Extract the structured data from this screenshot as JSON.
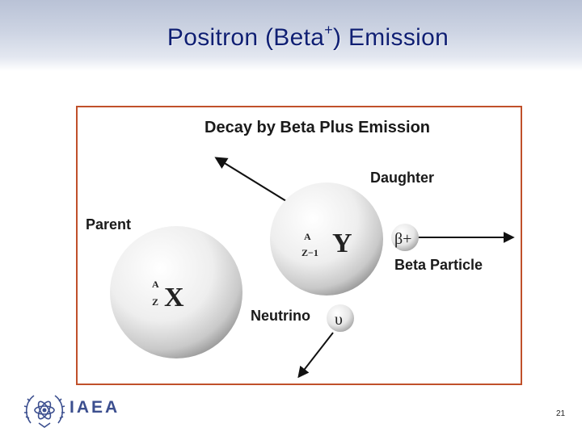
{
  "slide": {
    "title_main": "Positron (Beta",
    "title_sup": "+",
    "title_end": ") Emission",
    "page_number": "21"
  },
  "figure": {
    "title": "Decay by Beta Plus Emission",
    "labels": {
      "parent": "Parent",
      "daughter": "Daughter",
      "beta_particle": "Beta Particle",
      "neutrino": "Neutrino"
    },
    "parent_nucleus": {
      "mass": "A",
      "charge": "Z",
      "symbol": "X"
    },
    "daughter_nucleus": {
      "mass": "A",
      "charge": "Z−1",
      "symbol": "Y"
    },
    "beta_symbol": "β+",
    "neutrino_symbol": "υ"
  },
  "logo": {
    "text": "IAEA"
  },
  "colors": {
    "title": "#0f1f73",
    "frame_border": "#c0502a",
    "logo": "#3c4f8f"
  }
}
